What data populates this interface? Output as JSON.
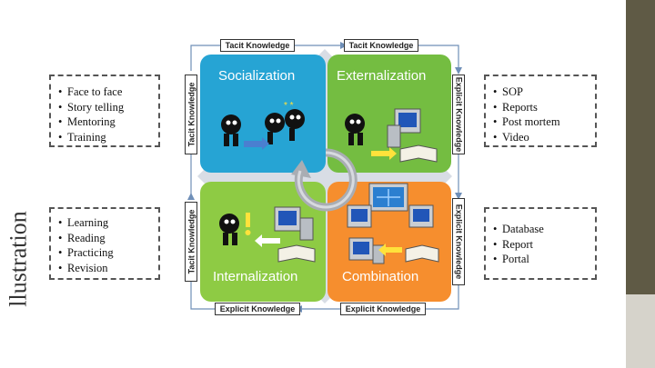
{
  "page_title": "llustration",
  "left_top_bullets": [
    "Face to face",
    "Story telling",
    "Mentoring",
    "Training"
  ],
  "left_bottom_bullets": [
    "Learning",
    "Reading",
    "Practicing",
    "Revision"
  ],
  "right_top_bullets": [
    "SOP",
    "Reports",
    "Post mortem",
    "Video"
  ],
  "right_bottom_bullets": [
    "Database",
    "Report",
    "Portal"
  ],
  "quadrants": {
    "socialization": "Socialization",
    "externalization": "Externalization",
    "internalization": "Internalization",
    "combination": "Combination"
  },
  "knowledge_labels": {
    "top_left": "Tacit Knowledge",
    "top_right": "Tacit Knowledge",
    "bottom_left": "Explicit Knowledge",
    "bottom_right": "Explicit Knowledge",
    "left_top": "Tacit Knowledge",
    "left_bottom": "Tacit Knowledge",
    "right_top": "Explicit Knowledge",
    "right_bottom": "Explicit Knowledge"
  },
  "colors": {
    "socialization": "#26a4d4",
    "externalization": "#74bd41",
    "internalization": "#8ecb44",
    "combination": "#f68e2e",
    "sidebar_dark": "#5f5a45",
    "sidebar_light": "#d6d3cb"
  }
}
